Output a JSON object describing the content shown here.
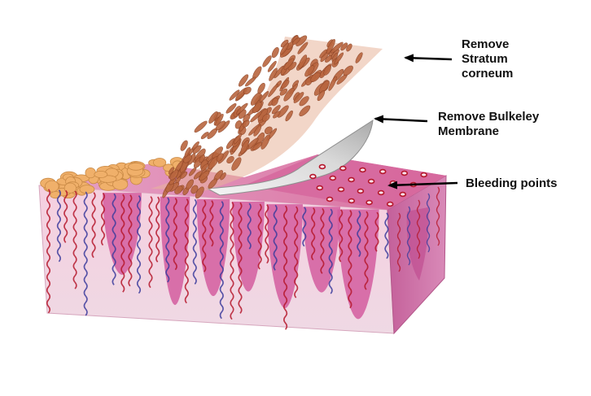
{
  "labels": {
    "stratum_corneum": [
      "Remove",
      "Stratum",
      "corneum"
    ],
    "bulkeley_membrane": [
      "Remove Bulkeley",
      "Membrane"
    ],
    "bleeding_points": "Bleeding points"
  },
  "colors": {
    "dermis_pink": "#f2c6d8",
    "papilla_magenta": "#d35d9f",
    "scale_brown": "#b9663f",
    "membrane_grey": "#dcdcdc",
    "fat_orange": "#f0b06a",
    "vessel_red": "#b5182b",
    "vessel_blue": "#3c3c9c"
  }
}
